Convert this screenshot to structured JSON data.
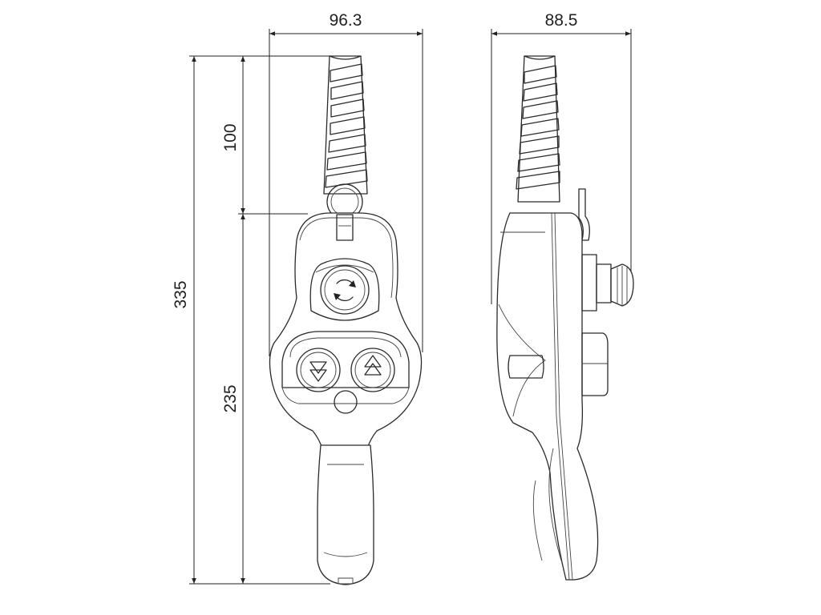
{
  "dimensions": {
    "front_width": "96.3",
    "side_width": "88.5",
    "total_height": "335",
    "cable_height": "100",
    "body_height": "235"
  },
  "colors": {
    "line": "#2a2a2a",
    "background": "#ffffff"
  },
  "icons": {
    "rotate_button": "rotate-arrows-icon",
    "down_button": "double-down-arrow-icon",
    "up_button": "double-up-arrow-icon"
  }
}
